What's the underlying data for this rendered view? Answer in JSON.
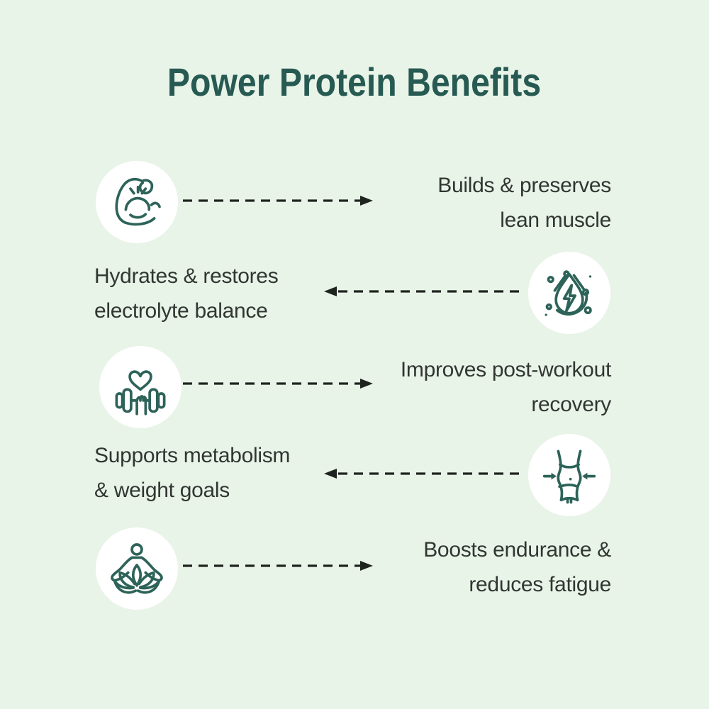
{
  "page": {
    "title": "Power Protein Benefits",
    "background_color": "#e9f4e8",
    "title_color": "#265a52",
    "text_color": "#313632",
    "icon_stroke_color": "#2d6359",
    "arrow_color": "#1f231f",
    "icon_circle_color": "#ffffff"
  },
  "rows": [
    {
      "icon": "flexed-bicep-icon",
      "side": "icon-left",
      "arrow_direction": "right",
      "line1": "Builds & preserves",
      "line2": "lean muscle"
    },
    {
      "icon": "electrolyte-drop-icon",
      "side": "icon-right",
      "arrow_direction": "left",
      "line1": "Hydrates & restores",
      "line2": "electrolyte balance"
    },
    {
      "icon": "dumbbell-heart-icon",
      "side": "icon-left",
      "arrow_direction": "right",
      "line1": "Improves post-workout",
      "line2": "recovery"
    },
    {
      "icon": "slim-waist-icon",
      "side": "icon-right",
      "arrow_direction": "left",
      "line1": "Supports metabolism",
      "line2": "& weight goals"
    },
    {
      "icon": "meditation-lotus-icon",
      "side": "icon-left",
      "arrow_direction": "right",
      "line1": "Boosts endurance &",
      "line2": "reduces fatigue"
    }
  ]
}
